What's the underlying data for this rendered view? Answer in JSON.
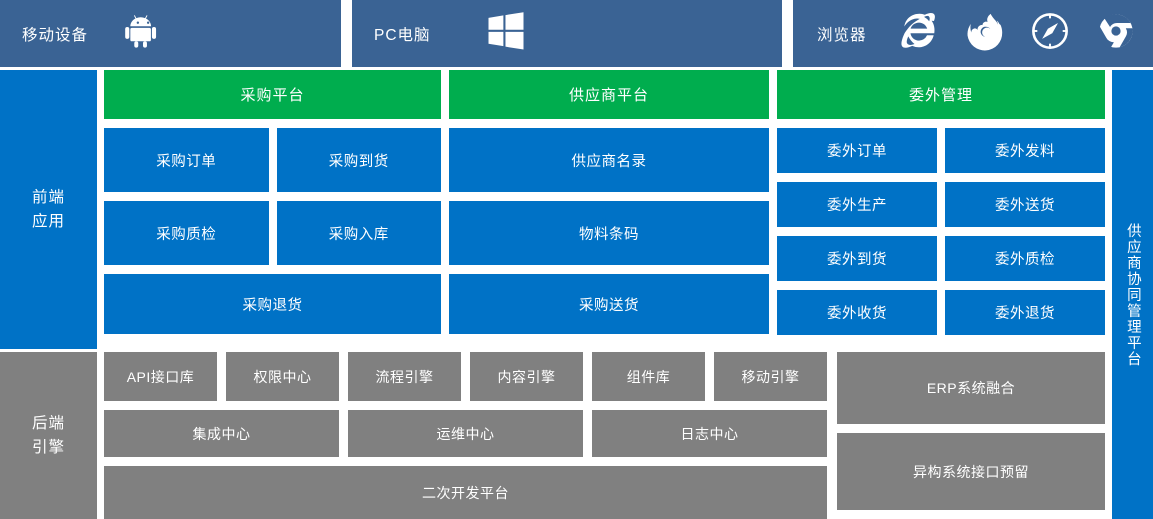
{
  "topbar": {
    "segments": [
      {
        "label": "移动设备",
        "icons": [
          "android-icon"
        ]
      },
      {
        "label": "PC电脑",
        "icons": [
          "windows-icon"
        ]
      },
      {
        "label": "浏览器",
        "icons": [
          "internet-explorer-icon",
          "firefox-icon",
          "safari-icon",
          "chrome-icon"
        ]
      }
    ]
  },
  "frontend": {
    "side_label": "前端\n应用",
    "side_label_line1": "前端",
    "side_label_line2": "应用",
    "columns": [
      {
        "header": "采购平台",
        "rows": [
          [
            "采购订单",
            "采购到货"
          ],
          [
            "采购质检",
            "采购入库"
          ],
          [
            "采购退货"
          ]
        ]
      },
      {
        "header": "供应商平台",
        "rows": [
          [
            "供应商名录"
          ],
          [
            "物料条码"
          ],
          [
            "采购送货"
          ]
        ]
      },
      {
        "header": "委外管理",
        "rows": [
          [
            "委外订单",
            "委外发料"
          ],
          [
            "委外生产",
            "委外送货"
          ],
          [
            "委外到货",
            "委外质检"
          ],
          [
            "委外收货",
            "委外退货"
          ]
        ]
      }
    ]
  },
  "right_side": {
    "label": "供应商协同管理平台"
  },
  "backend": {
    "side_label_line1": "后端",
    "side_label_line2": "引擎",
    "left_rows": [
      [
        "API接口库",
        "权限中心",
        "流程引擎",
        "内容引擎",
        "组件库",
        "移动引擎"
      ],
      [
        "集成中心",
        "运维中心",
        "日志中心"
      ],
      [
        "二次开发平台"
      ]
    ],
    "right_tiles": [
      "ERP系统融合",
      "异构系统接口预留"
    ]
  },
  "colors": {
    "topbar_blue": "#3a6394",
    "primary_blue": "#0072c6",
    "accent_green": "#00ad4e",
    "gray": "#808080",
    "white": "#ffffff"
  }
}
